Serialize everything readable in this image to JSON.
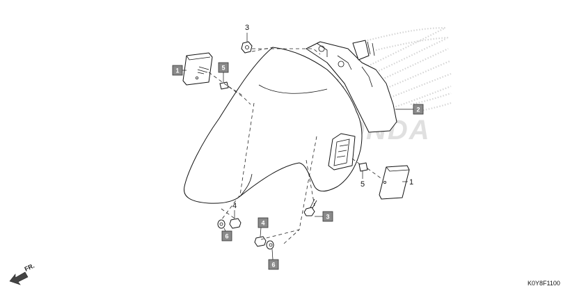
{
  "diagram_code": "K0Y8F1100",
  "direction_label": "FR.",
  "watermark": {
    "brand": "HONDA"
  },
  "callouts": {
    "c1_box": "1",
    "c1_text": "1",
    "c2_box": "2",
    "c3_box": "3",
    "c3_text": "3",
    "c4_box": "4",
    "c4_text": "4",
    "c5_box": "5",
    "c5_text": "5",
    "c6_box_a": "6",
    "c6_box_b": "6"
  }
}
